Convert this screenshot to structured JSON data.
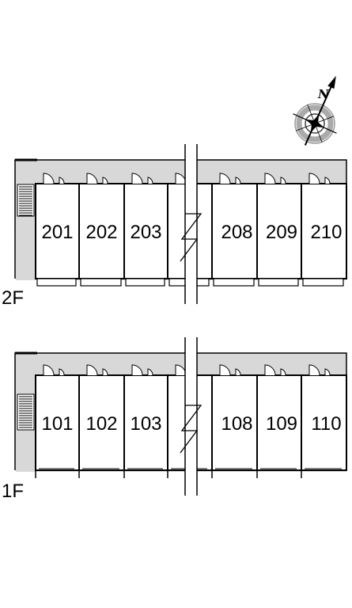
{
  "compass": {
    "label": "N"
  },
  "floors": [
    {
      "id": "2F",
      "label": "2F",
      "units": [
        "201",
        "202",
        "203",
        "208",
        "209",
        "210"
      ]
    },
    {
      "id": "1F",
      "label": "1F",
      "units": [
        "101",
        "102",
        "103",
        "108",
        "109",
        "110"
      ]
    }
  ]
}
